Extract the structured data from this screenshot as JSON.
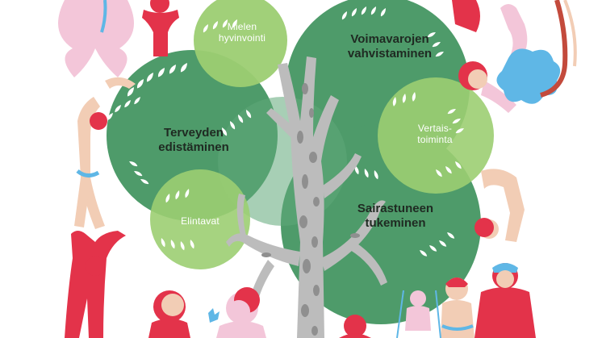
{
  "labels": {
    "mielen_hyvinvointi": [
      "Mielen",
      "hyvinvointi"
    ],
    "voimavarojen_vahvistaminen": [
      "Voimavarojen",
      "vahvistaminen"
    ],
    "terveyden_edistaminen": [
      "Terveyden",
      "edistäminen"
    ],
    "vertaistoiminta": [
      "Vertais-",
      "toiminta"
    ],
    "elintavat": "Elintavat",
    "sairastuneen_tukeminen": [
      "Sairastuneen",
      "tukeminen"
    ]
  },
  "colors": {
    "dark_green": "#4e9b6a",
    "light_green": "#9cce72",
    "trunk_gray": "#bcbcbc",
    "trunk_pattern": "#8f8f8f",
    "figure_red": "#e3334a",
    "figure_skin": "#f2cdb5",
    "figure_pink": "#f3c6d9",
    "figure_blue": "#5fb7e6"
  }
}
